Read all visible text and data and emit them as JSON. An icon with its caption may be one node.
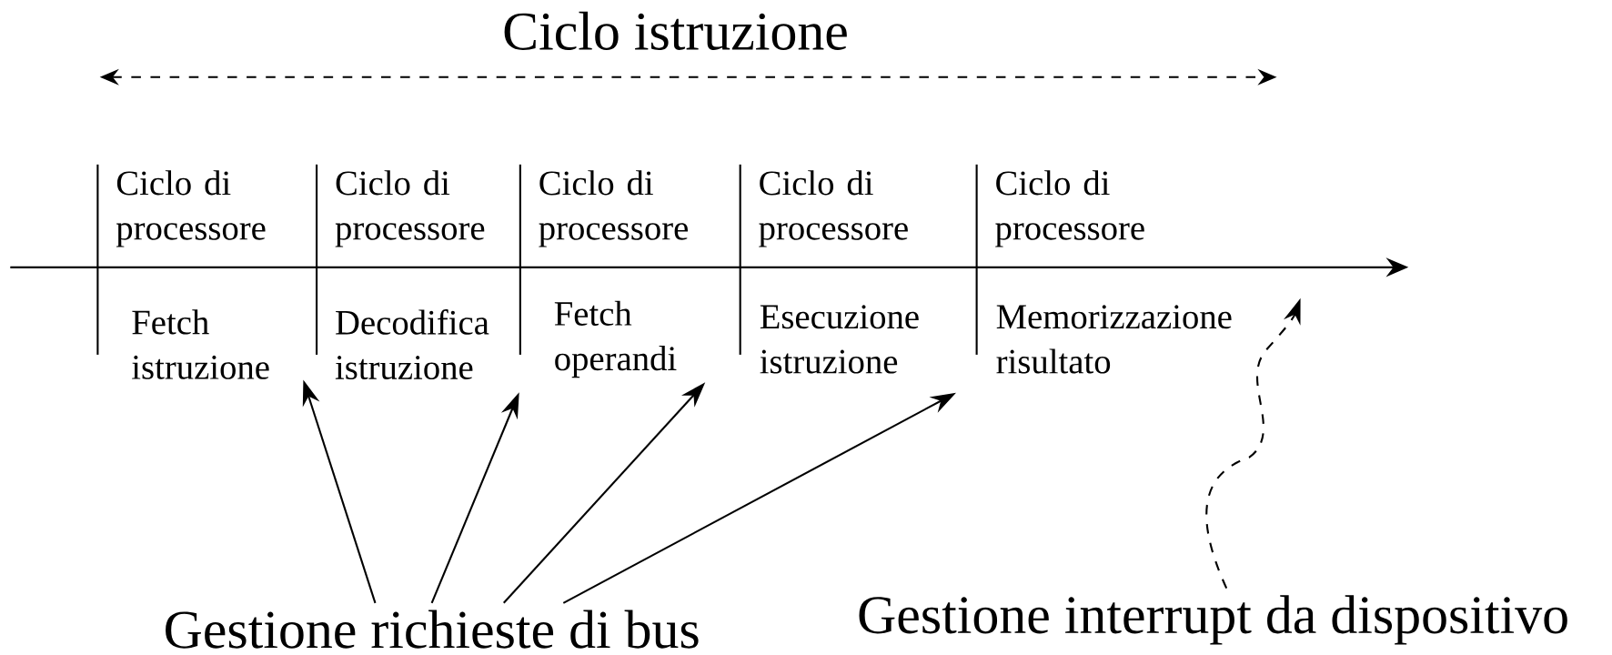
{
  "diagram": {
    "title": "Ciclo istruzione",
    "nodes": [
      {
        "text": [
          "Fetch istruzione"
        ]
      },
      {
        "text": [
          "Decodifica istruzione"
        ]
      },
      {
        "text": [
          "Fetch operandi"
        ]
      },
      {
        "text": [
          "Esecuzione istruzione"
        ]
      },
      {
        "text": [
          "Memorizzazione risultato"
        ]
      },
      {
        "text": [
          "Gestione richieste di bus"
        ]
      },
      {
        "text": [
          "Gestione interrupt da dispositivo"
        ]
      }
    ],
    "edges": [
      {
        "from": 5,
        "to": 0,
        "arrow": "to"
      },
      {
        "from": 5,
        "to": 1,
        "arrow": "to"
      },
      {
        "from": 5,
        "to": 2,
        "arrow": "to"
      },
      {
        "from": 5,
        "to": 3,
        "arrow": "to"
      },
      {
        "from": 6,
        "to": null,
        "arrow": "to",
        "style": "dashed"
      }
    ],
    "labels": [
      "Ciclo di processore",
      "Ciclo di processore",
      "Ciclo di processore",
      "Ciclo di processore",
      "Ciclo di processore"
    ]
  }
}
